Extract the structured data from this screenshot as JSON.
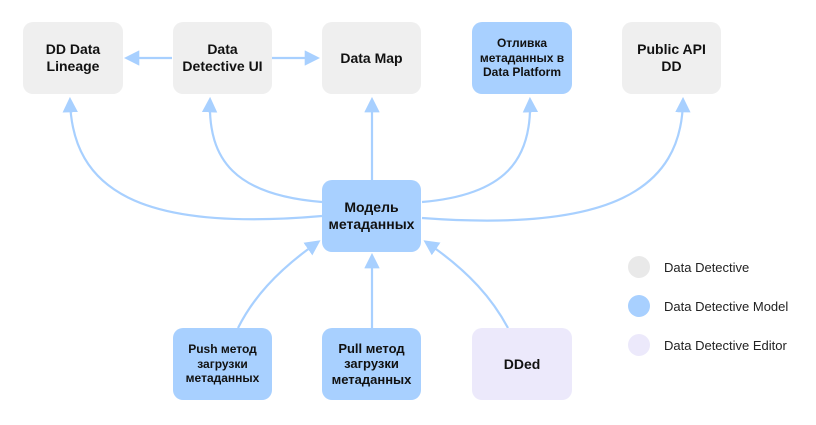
{
  "nodes": {
    "dd_data_lineage": "DD Data\nLineage",
    "data_detective_ui": "Data\nDetective UI",
    "data_map": "Data Map",
    "otlivka": "Отливка\nметаданных в\nData Platform",
    "public_api": "Public API DD",
    "model": "Модель\nметаданных",
    "push": "Push метод\nзагрузки\nметаданных",
    "pull": "Pull метод\nзагрузки\nметаданных",
    "dded": "DDed"
  },
  "legend": [
    {
      "label": "Data Detective",
      "color": "#e9e9e9"
    },
    {
      "label": "Data Detective Model",
      "color": "#a8d0ff"
    },
    {
      "label": "Data Detective Editor",
      "color": "#ece9fb"
    }
  ],
  "colors": {
    "arrow": "#a8d0ff",
    "gray_node": "#efefef",
    "blue_node": "#a8d0ff",
    "editor_node": "#ece9fb"
  }
}
